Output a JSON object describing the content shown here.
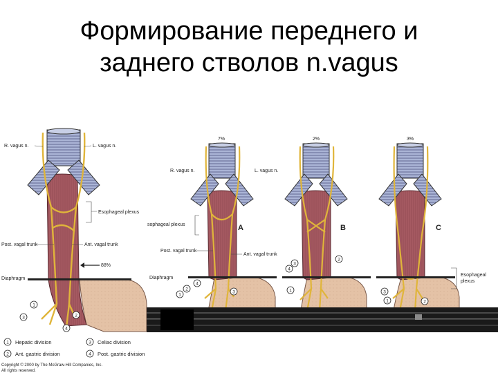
{
  "title": {
    "line1": "Формирование переднего и",
    "line2": "заднего стволов n.vagus"
  },
  "main_figure": {
    "r_vagus": "R. vagus n.",
    "l_vagus": "L. vagus n.",
    "esophageal_plexus": "Esophageal plexus",
    "post_vagal_trunk": "Post. vagal trunk",
    "ant_vagal_trunk": "Ant. vagal trunk",
    "percent": "88%",
    "diaphragm": "Diaphragm"
  },
  "panel_a": {
    "percent": "7%",
    "letter": "A",
    "r_vagus": "R. vagus n.",
    "l_vagus": "L. vagus n.",
    "esophageal_plexus": "sophageal plexus",
    "post_vagal_trunk": "Post. vagal trunk",
    "ant_vagal_trunk": "Ant. vagal trunk",
    "diaphragm": "Diaphragm"
  },
  "panel_b": {
    "percent": "2%",
    "letter": "B"
  },
  "panel_c": {
    "percent": "3%",
    "letter": "C",
    "plexus_l1": "Esophageal",
    "plexus_l2": "plexus"
  },
  "legend": {
    "item1": "Hepatic division",
    "item2": "Ant. gastric division",
    "item3": "Celiac division",
    "item4": "Post. gastric division"
  },
  "copyright": {
    "line1": "Copyright © 2000 by The McGraw-Hill Companies, Inc.",
    "line2": "All rights reserved."
  },
  "colors": {
    "trachea": "#aab4d6",
    "trachea_rings": "#5a5f8a",
    "esophagus": "#a65a62",
    "stomach": "#e4c2a6",
    "nerve": "#e0b53a",
    "diaphragm": "#222222"
  }
}
